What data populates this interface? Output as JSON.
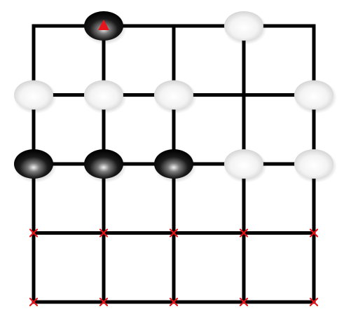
{
  "board": {
    "columns": 5,
    "rows": 5,
    "colors": {
      "background": "#ffffff",
      "grid_line": "#000000",
      "empty_marker": "#e8141b",
      "last_move_marker": "#e8141b",
      "black_stone": "#111111",
      "white_stone": "#f4f4f4"
    },
    "stones": [
      {
        "row": 0,
        "col": 1,
        "color": "black",
        "last_move": true
      },
      {
        "row": 0,
        "col": 3,
        "color": "white"
      },
      {
        "row": 1,
        "col": 0,
        "color": "white"
      },
      {
        "row": 1,
        "col": 1,
        "color": "white"
      },
      {
        "row": 1,
        "col": 2,
        "color": "white"
      },
      {
        "row": 1,
        "col": 4,
        "color": "white"
      },
      {
        "row": 2,
        "col": 0,
        "color": "black"
      },
      {
        "row": 2,
        "col": 1,
        "color": "black"
      },
      {
        "row": 2,
        "col": 2,
        "color": "black"
      },
      {
        "row": 2,
        "col": 3,
        "color": "white"
      },
      {
        "row": 2,
        "col": 4,
        "color": "white"
      }
    ],
    "markers": [
      {
        "row": 3,
        "col": 0,
        "icon": "x-mark-icon"
      },
      {
        "row": 3,
        "col": 1,
        "icon": "x-mark-icon"
      },
      {
        "row": 3,
        "col": 2,
        "icon": "x-mark-icon"
      },
      {
        "row": 3,
        "col": 3,
        "icon": "x-mark-icon"
      },
      {
        "row": 3,
        "col": 4,
        "icon": "x-mark-icon"
      },
      {
        "row": 4,
        "col": 0,
        "icon": "x-mark-icon"
      },
      {
        "row": 4,
        "col": 1,
        "icon": "x-mark-icon"
      },
      {
        "row": 4,
        "col": 2,
        "icon": "x-mark-icon"
      },
      {
        "row": 4,
        "col": 3,
        "icon": "x-mark-icon"
      },
      {
        "row": 4,
        "col": 4,
        "icon": "x-mark-icon"
      }
    ]
  }
}
